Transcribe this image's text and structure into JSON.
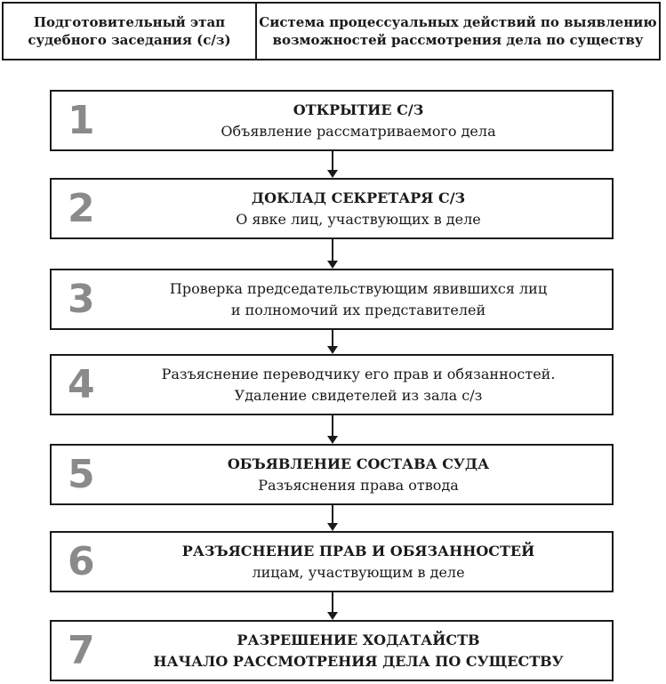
{
  "header": {
    "left_lines": [
      "Подготовительный этап",
      "судебного заседания (с/з)"
    ],
    "right_lines": [
      "Система процессуальных действий по выявлению",
      "возможностей рассмотрения дела по существу"
    ]
  },
  "steps": [
    {
      "number": "1",
      "title": "ОТКРЫТИЕ С/З",
      "lines": [
        "Объявление рассматриваемого дела"
      ]
    },
    {
      "number": "2",
      "title": "ДОКЛАД СЕКРЕТАРЯ С/З",
      "lines": [
        "О явке лиц, участвующих в деле"
      ]
    },
    {
      "number": "3",
      "title": "",
      "lines": [
        "Проверка председательствующим явившихся лиц",
        "и полномочий их представителей"
      ]
    },
    {
      "number": "4",
      "title": "",
      "lines": [
        "Разъяснение переводчику его прав и обязанностей.",
        "Удаление свидетелей из зала с/з"
      ]
    },
    {
      "number": "5",
      "title": "ОБЪЯВЛЕНИЕ СОСТАВА СУДА",
      "lines": [
        "Разъяснения права отвода"
      ]
    },
    {
      "number": "6",
      "title": "РАЗЪЯСНЕНИЕ ПРАВ И ОБЯЗАННОСТЕЙ",
      "lines": [
        "лицам, участвующим в деле"
      ]
    },
    {
      "number": "7",
      "title": "РАЗРЕШЕНИЕ ХОДАТАЙСТВ",
      "lines": [
        "НАЧАЛО РАССМОТРЕНИЯ ДЕЛА ПО СУЩЕСТВУ"
      ],
      "lines_bold": true
    }
  ]
}
